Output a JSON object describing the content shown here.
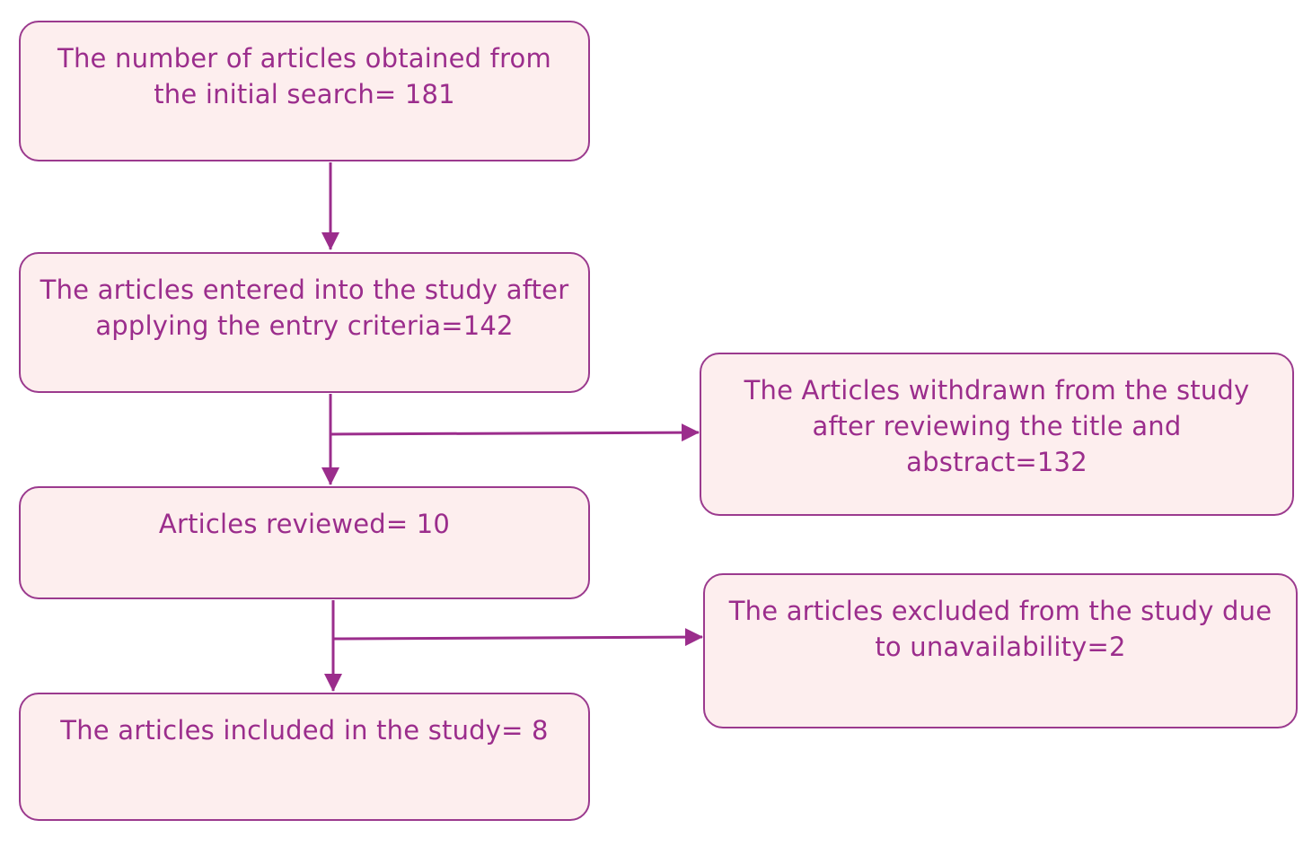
{
  "colors": {
    "box_fill": "#fdeeee",
    "box_border": "#9b3a8e",
    "text": "#9b2d8c",
    "arrow": "#9b2d8c"
  },
  "boxes": {
    "initial_search": "The number of articles obtained from the initial search= 181",
    "entered": "The articles entered into the study after applying the entry criteria=142",
    "reviewed": "Articles reviewed= 10",
    "included": "The articles included in the study= 8",
    "withdrawn": "The Articles withdrawn from the study after reviewing the title and abstract=132",
    "excluded": "The articles excluded from the study due to unavailability=2"
  }
}
